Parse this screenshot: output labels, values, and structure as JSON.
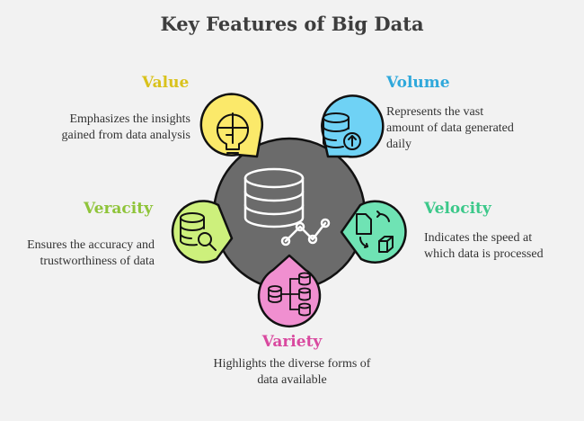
{
  "title": "Key Features of Big Data",
  "colors": {
    "background": "#f2f2f2",
    "center": "#6b6b6b",
    "value": "#fbe96a",
    "volume": "#6fd2f5",
    "velocity": "#6fe3b4",
    "variety": "#f08fd0",
    "veracity": "#cdf07c",
    "value_text": "#d9c21c",
    "volume_text": "#2fa8db",
    "velocity_text": "#3cc88a",
    "variety_text": "#d9499f",
    "veracity_text": "#8fc43a"
  },
  "features": {
    "value": {
      "label": "Value",
      "lines": [
        "Emphasizes the insights",
        "gained from data analysis"
      ],
      "icon": "lightbulb-icon"
    },
    "volume": {
      "label": "Volume",
      "lines": [
        "Represents the vast",
        "amount of data generated",
        "daily"
      ],
      "icon": "database-upload-icon"
    },
    "velocity": {
      "label": "Velocity",
      "lines": [
        "Indicates the speed at",
        "which data is processed"
      ],
      "icon": "file-transform-icon"
    },
    "variety": {
      "label": "Variety",
      "lines": [
        "Highlights the diverse forms of",
        "data available"
      ],
      "icon": "database-branch-icon"
    },
    "veracity": {
      "label": "Veracity",
      "lines": [
        "Ensures the accuracy and",
        "trustworthiness of data"
      ],
      "icon": "database-search-icon"
    }
  },
  "center_icon": "big-data-icon"
}
